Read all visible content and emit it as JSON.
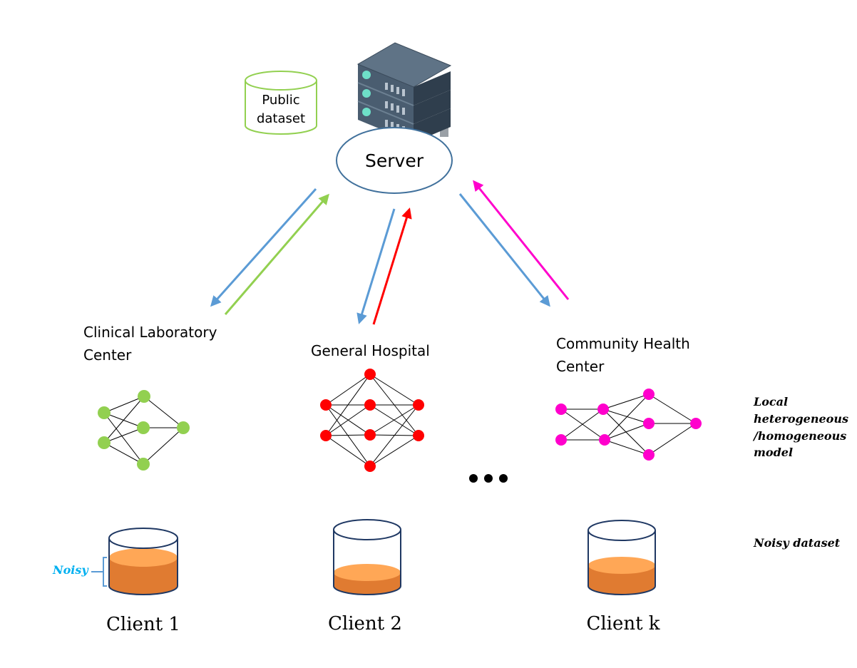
{
  "server": {
    "label": "Server"
  },
  "public_dataset": {
    "line1": "Public",
    "line2": "dataset"
  },
  "centers": [
    {
      "line1": "Clinical Laboratory",
      "line2": "Center",
      "color": "#92d050"
    },
    {
      "line1": "General Hospital",
      "line2": "",
      "color": "#ff0000"
    },
    {
      "line1": "Community Health",
      "line2": "Center",
      "color": "#ff00cc"
    }
  ],
  "clients": [
    "Client 1",
    "Client 2",
    "Client k"
  ],
  "side_labels": {
    "model_line1": "Local",
    "model_line2": "heterogeneous",
    "model_line3": "/homogeneous",
    "model_line4": "model",
    "noisy_dataset": "Noisy dataset"
  },
  "noisy_label": "Noisy",
  "colors": {
    "downlink": "#5b9bd5",
    "server_ring": "#41719c",
    "noisy": "#00b0f0",
    "fluid_top": "#ffa756",
    "fluid_side": "#e07b31",
    "public_border": "#92d050"
  }
}
